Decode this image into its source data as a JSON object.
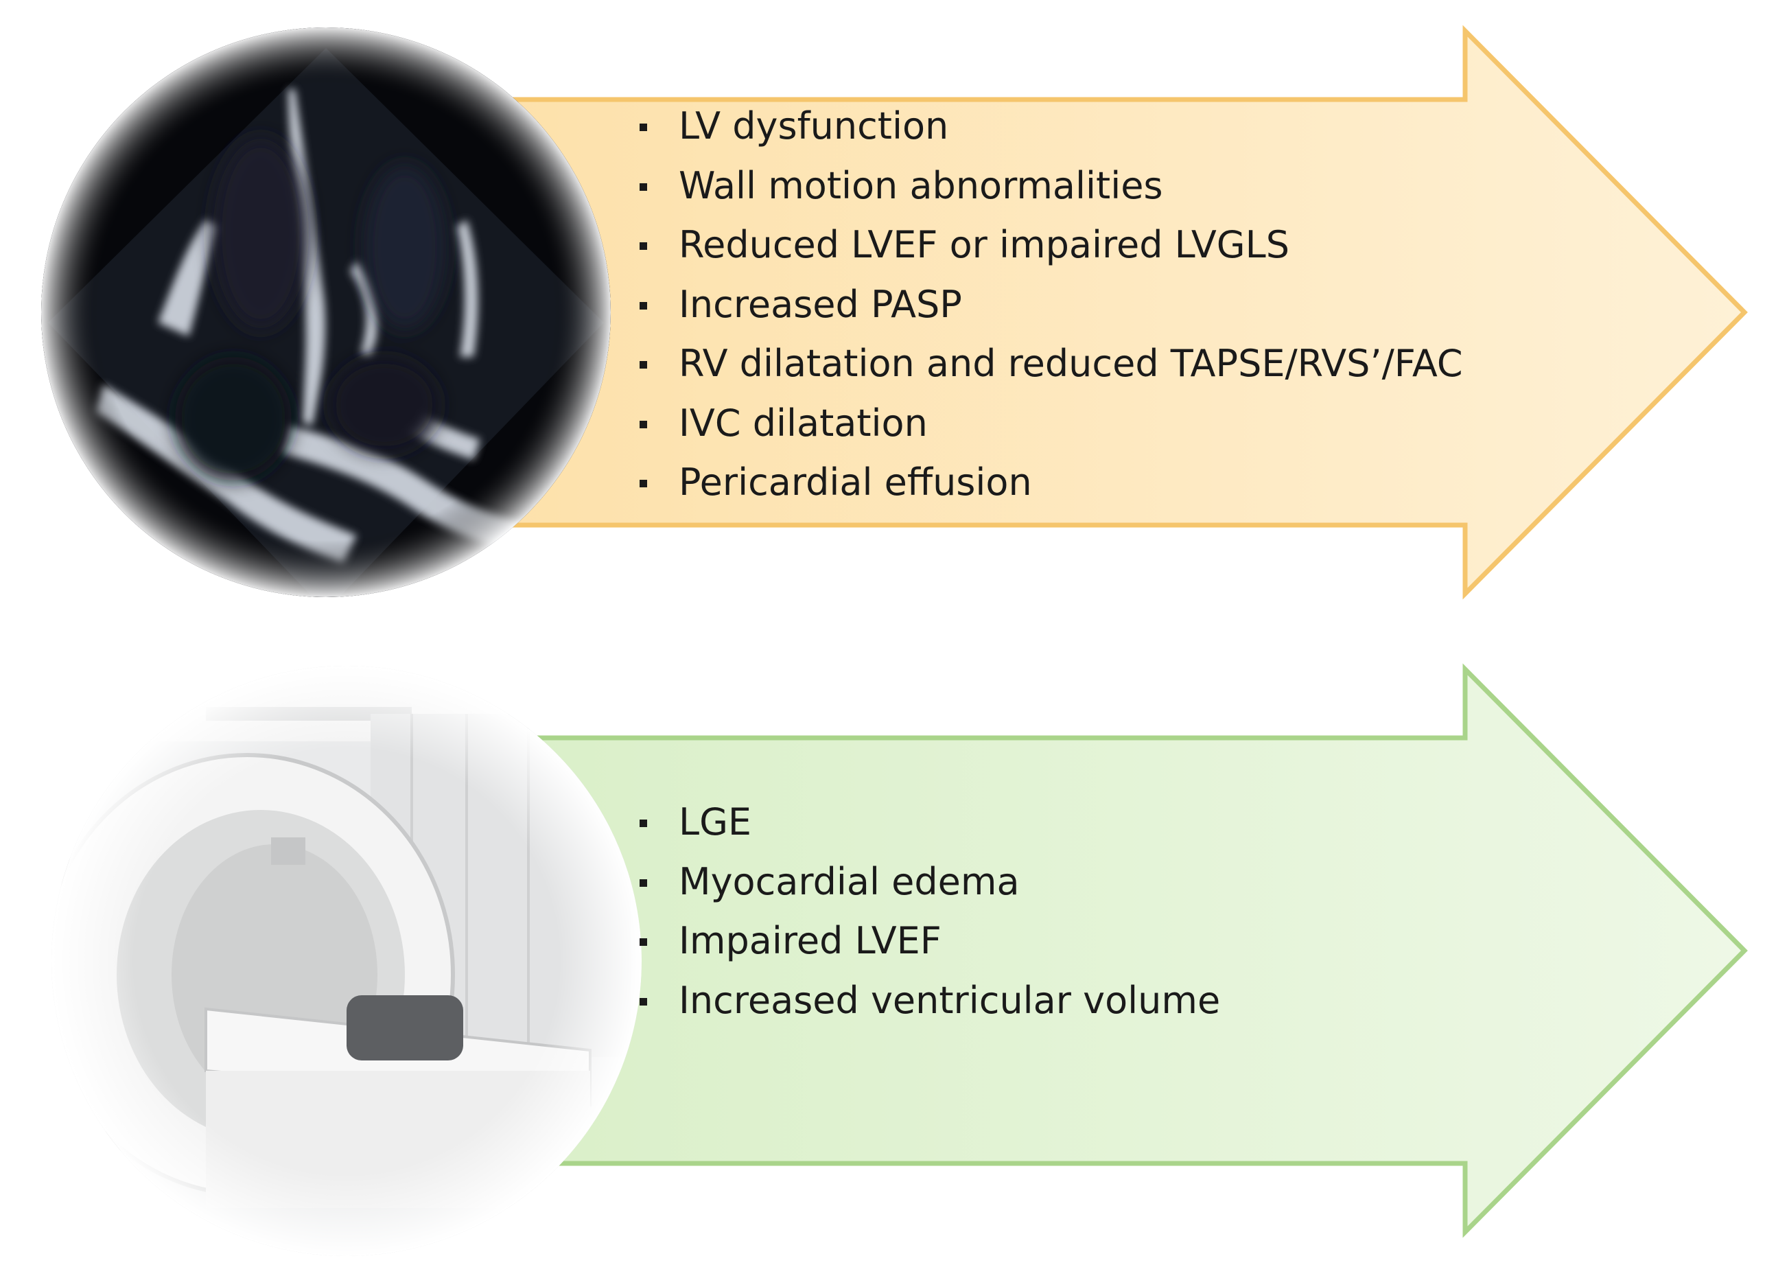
{
  "panels": [
    {
      "id": "echo",
      "image": "echocardiography-image",
      "arrow_fill": "#fde7bd",
      "arrow_stroke": "#f5c56c",
      "findings": [
        "LV dysfunction",
        "Wall motion abnormalities",
        "Reduced LVEF or impaired LVGLS",
        "Increased PASP",
        "RV dilatation and reduced TAPSE/RVS’/FAC",
        "IVC dilatation",
        "Pericardial effusion"
      ]
    },
    {
      "id": "cmr",
      "image": "mri-scanner-image",
      "arrow_fill": "#e4f4d7",
      "arrow_stroke": "#a9d48a",
      "findings": [
        "LGE",
        "Myocardial edema",
        "Impaired LVEF",
        "Increased ventricular volume"
      ]
    }
  ]
}
